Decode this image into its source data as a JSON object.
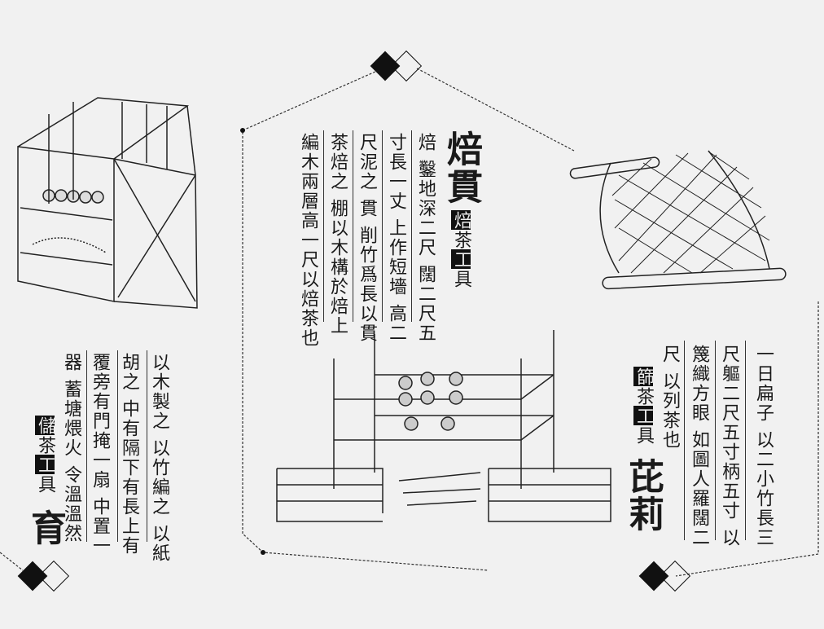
{
  "center": {
    "title": "焙貫",
    "subtitle": [
      "焙",
      "茶",
      "工",
      "具"
    ],
    "columns": [
      "焙 鑿地深二尺 闊二尺五",
      "寸長一丈 上作短墻 高二",
      "尺泥之 貫 削竹爲長以貫",
      "茶焙之 棚以木構於焙上",
      "編木兩層高一尺以焙茶也"
    ]
  },
  "left": {
    "title": "育",
    "subtitle": [
      "儲",
      "茶",
      "工",
      "具"
    ],
    "columns": [
      "以木製之 以竹編之 以紙",
      "胡之 中有隔下有長上有",
      "覆旁有門掩一扇 中置一",
      "器 蓄塘煨火 令溫溫然"
    ]
  },
  "right": {
    "title": "芘莉",
    "subtitle": [
      "篩",
      "茶",
      "工",
      "具"
    ],
    "columns": [
      "一日扁子 以二小竹長三",
      "尺軀二尺五寸柄五寸 以",
      "篾織方眼 如圖人羅闊二",
      "尺 以列茶也"
    ]
  }
}
